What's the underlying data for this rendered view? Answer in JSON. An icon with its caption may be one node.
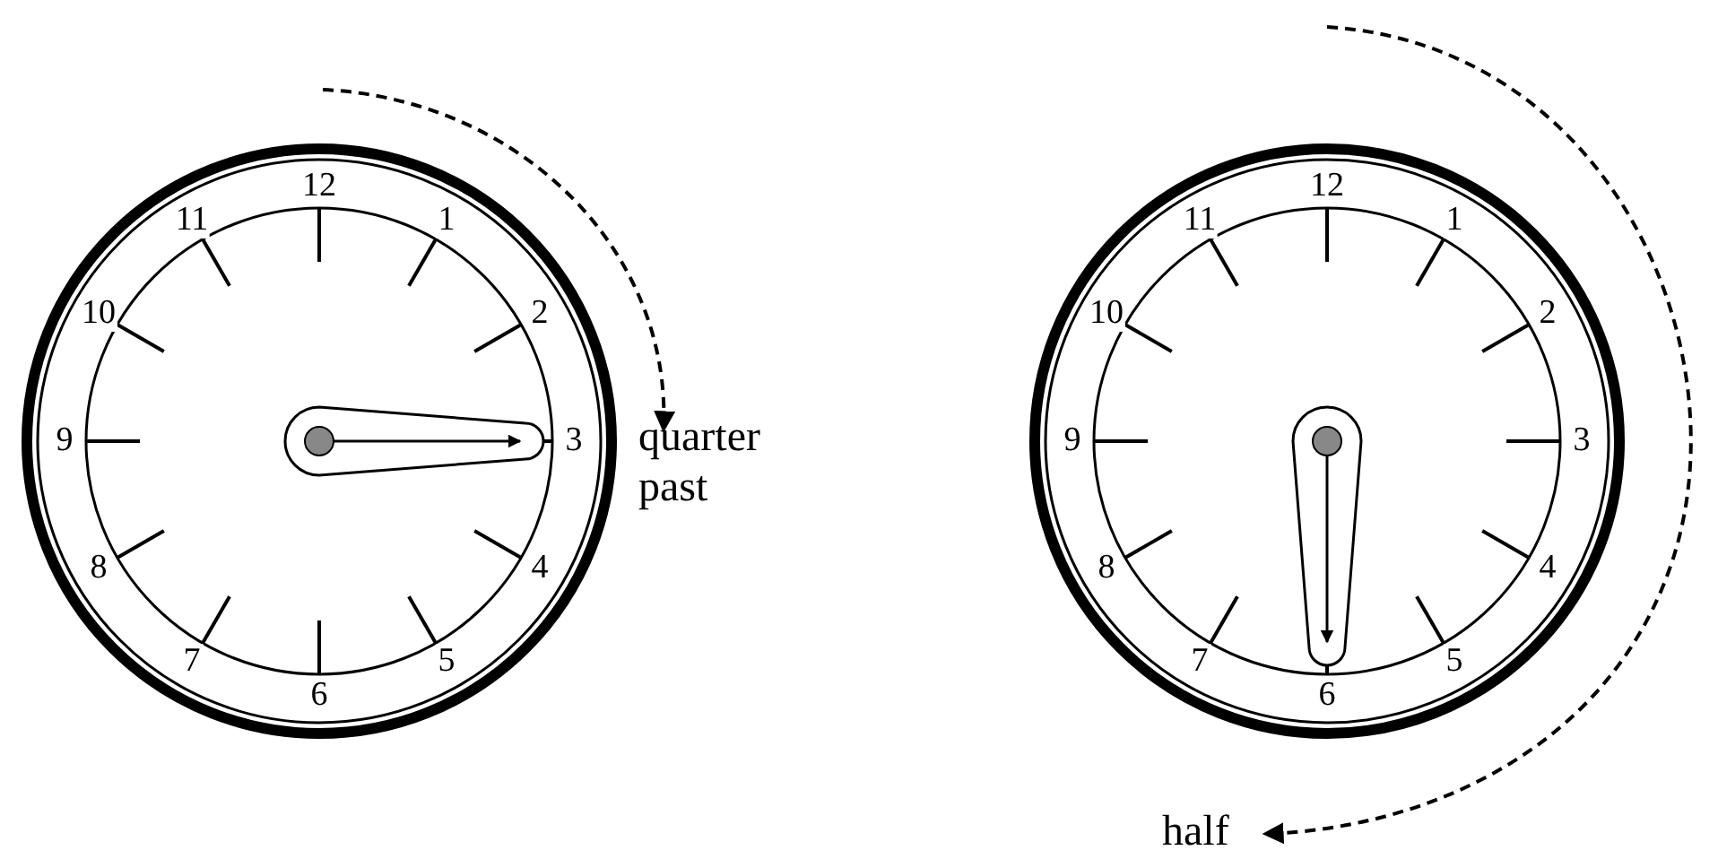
{
  "diagram": {
    "labels": [
      "12",
      "1",
      "2",
      "3",
      "4",
      "5",
      "6",
      "7",
      "8",
      "9",
      "10",
      "11",
      "quarter past",
      "12",
      "1",
      "2",
      "3",
      "4",
      "5",
      "6",
      "7",
      "8",
      "9",
      "10",
      "11",
      "half"
    ]
  }
}
